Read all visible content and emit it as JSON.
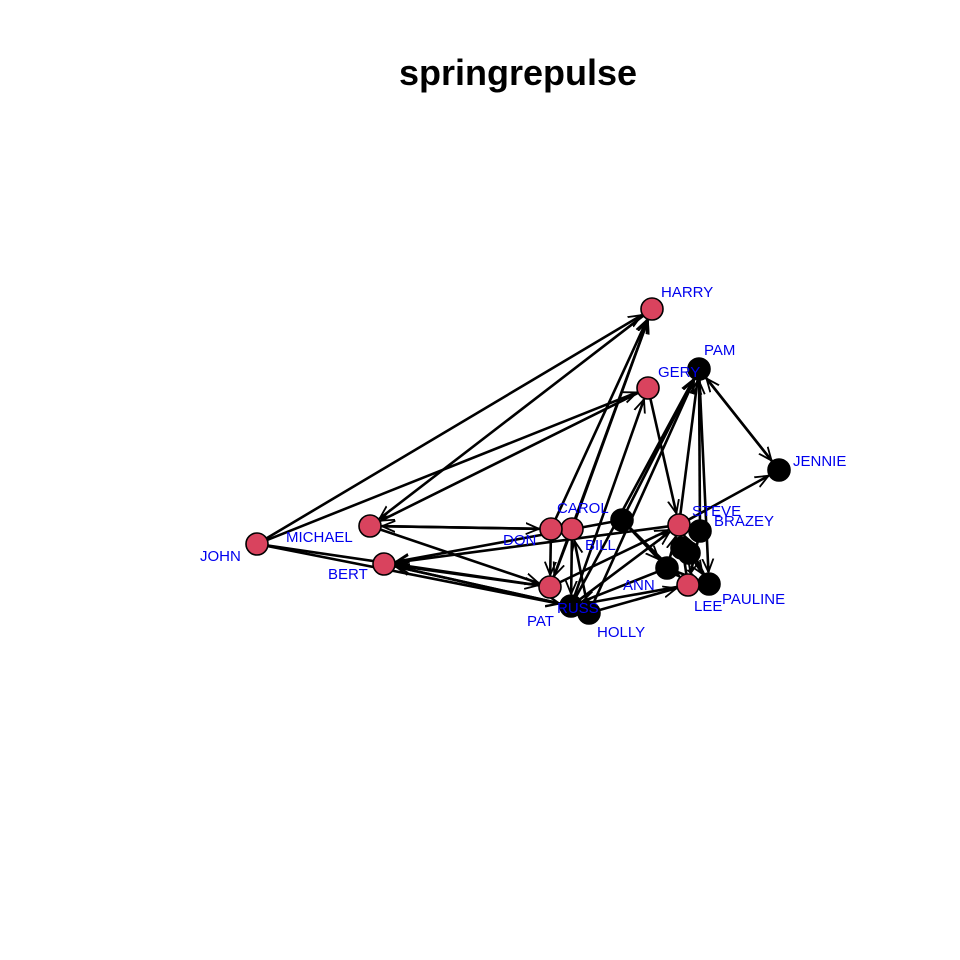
{
  "title": "springrepulse",
  "colors": {
    "female": "#d9435e",
    "male": "#000000",
    "label": "#0000ee",
    "edge": "#000000"
  },
  "nodes": [
    {
      "id": "HARRY",
      "group": "female"
    },
    {
      "id": "PAM",
      "group": "male"
    },
    {
      "id": "GERY",
      "group": "female"
    },
    {
      "id": "JENNIE",
      "group": "male"
    },
    {
      "id": "CAROL",
      "group": "female"
    },
    {
      "id": "STEVE",
      "group": "female"
    },
    {
      "id": "BRAZEY",
      "group": "male"
    },
    {
      "id": "MICHAEL",
      "group": "female"
    },
    {
      "id": "JOHN",
      "group": "female"
    },
    {
      "id": "DON",
      "group": "female"
    },
    {
      "id": "BILL",
      "group": "male"
    },
    {
      "id": "BERT",
      "group": "female"
    },
    {
      "id": "ANN",
      "group": "male"
    },
    {
      "id": "PAULINE",
      "group": "male"
    },
    {
      "id": "LEE",
      "group": "female"
    },
    {
      "id": "PAT",
      "group": "female"
    },
    {
      "id": "RUSS",
      "group": "male"
    },
    {
      "id": "HOLLY",
      "group": "male"
    },
    {
      "id": "X1",
      "group": "male"
    },
    {
      "id": "X2",
      "group": "male"
    }
  ],
  "edges": [
    [
      "JOHN",
      "HARRY"
    ],
    [
      "JOHN",
      "GERY"
    ],
    [
      "JOHN",
      "PAT"
    ],
    [
      "JOHN",
      "RUSS"
    ],
    [
      "HARRY",
      "MICHAEL"
    ],
    [
      "GERY",
      "MICHAEL"
    ],
    [
      "MICHAEL",
      "DON"
    ],
    [
      "DON",
      "MICHAEL"
    ],
    [
      "MICHAEL",
      "PAT"
    ],
    [
      "PAT",
      "BERT"
    ],
    [
      "BERT",
      "RUSS"
    ],
    [
      "RUSS",
      "BERT"
    ],
    [
      "STEVE",
      "BERT"
    ],
    [
      "BILL",
      "BERT"
    ],
    [
      "CAROL",
      "HARRY"
    ],
    [
      "DON",
      "HARRY"
    ],
    [
      "PAT",
      "HARRY"
    ],
    [
      "RUSS",
      "GERY"
    ],
    [
      "GERY",
      "STEVE"
    ],
    [
      "CAROL",
      "PAT"
    ],
    [
      "DON",
      "PAT"
    ],
    [
      "PAT",
      "STEVE"
    ],
    [
      "RUSS",
      "STEVE"
    ],
    [
      "HOLLY",
      "PAM"
    ],
    [
      "RUSS",
      "PAM"
    ],
    [
      "BILL",
      "PAM"
    ],
    [
      "STEVE",
      "PAM"
    ],
    [
      "PAM",
      "PAULINE"
    ],
    [
      "BRAZEY",
      "PAM"
    ],
    [
      "PAM",
      "JENNIE"
    ],
    [
      "JENNIE",
      "PAM"
    ],
    [
      "STEVE",
      "JENNIE"
    ],
    [
      "ANN",
      "STEVE"
    ],
    [
      "LEE",
      "STEVE"
    ],
    [
      "BILL",
      "ANN"
    ],
    [
      "BILL",
      "LEE"
    ],
    [
      "LEE",
      "RUSS"
    ],
    [
      "HOLLY",
      "LEE"
    ],
    [
      "ANN",
      "RUSS"
    ],
    [
      "PAULINE",
      "STEVE"
    ],
    [
      "CAROL",
      "RUSS"
    ],
    [
      "HOLLY",
      "CAROL"
    ],
    [
      "BRAZEY",
      "LEE"
    ],
    [
      "X1",
      "PAULINE"
    ],
    [
      "X2",
      "STEVE"
    ],
    [
      "ANN",
      "PAULINE"
    ]
  ]
}
